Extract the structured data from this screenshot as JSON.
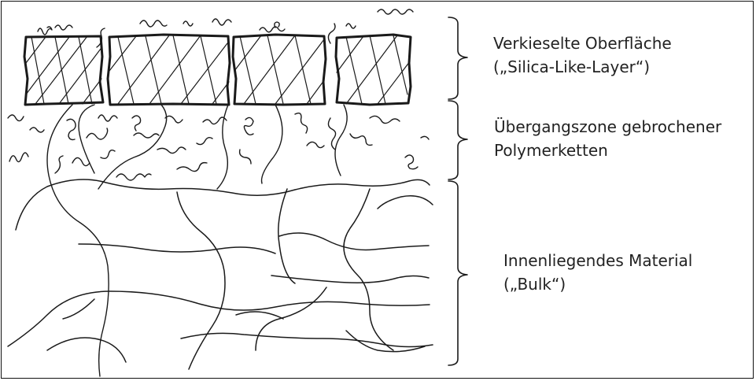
{
  "layers": [
    {
      "id": "surface",
      "line1": "Verkieselte Oberfläche",
      "line2": "(„Silica-Like-Layer“)"
    },
    {
      "id": "transition",
      "line1": "Übergangszone gebrochener",
      "line2": "Polymerketten"
    },
    {
      "id": "bulk",
      "line1": "Innenliegendes Material",
      "line2": "(„Bulk“)"
    }
  ]
}
